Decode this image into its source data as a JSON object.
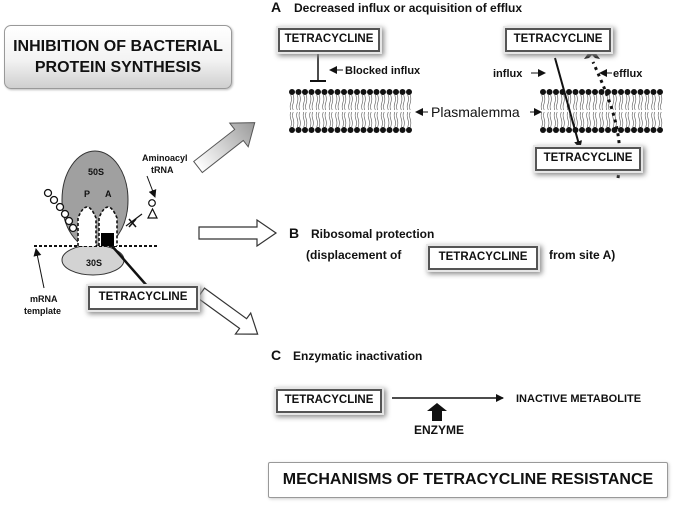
{
  "title": {
    "line1": "INHIBITION OF BACTERIAL",
    "line2": "PROTEIN SYNTHESIS"
  },
  "footer": "MECHANISMS OF TETRACYCLINE RESISTANCE",
  "ribosome": {
    "large_subunit": "50S",
    "small_subunit": "30S",
    "site_p": "P",
    "site_a": "A",
    "aminoacyl_line1": "Aminoacyl",
    "aminoacyl_line2": "tRNA",
    "mrna_line1": "mRNA",
    "mrna_line2": "template",
    "drug_box": "TETRACYCLINE"
  },
  "section_a": {
    "letter": "A",
    "heading": "Decreased influx or acquisition of efflux",
    "drug_left": "TETRACYCLINE",
    "blocked": "Blocked influx",
    "plasmalemma": "Plasmalemma",
    "drug_right_top": "TETRACYCLINE",
    "influx": "influx",
    "efflux": "efflux",
    "drug_right_bottom": "TETRACYCLINE"
  },
  "section_b": {
    "letter": "B",
    "heading": "Ribosomal protection",
    "sub_prefix": "(displacement of",
    "drug_box": "TETRACYCLINE",
    "sub_suffix": "from site A)"
  },
  "section_c": {
    "letter": "C",
    "heading": "Enzymatic inactivation",
    "drug_box": "TETRACYCLINE",
    "product": "INACTIVE METABOLITE",
    "enzyme": "ENZYME"
  }
}
